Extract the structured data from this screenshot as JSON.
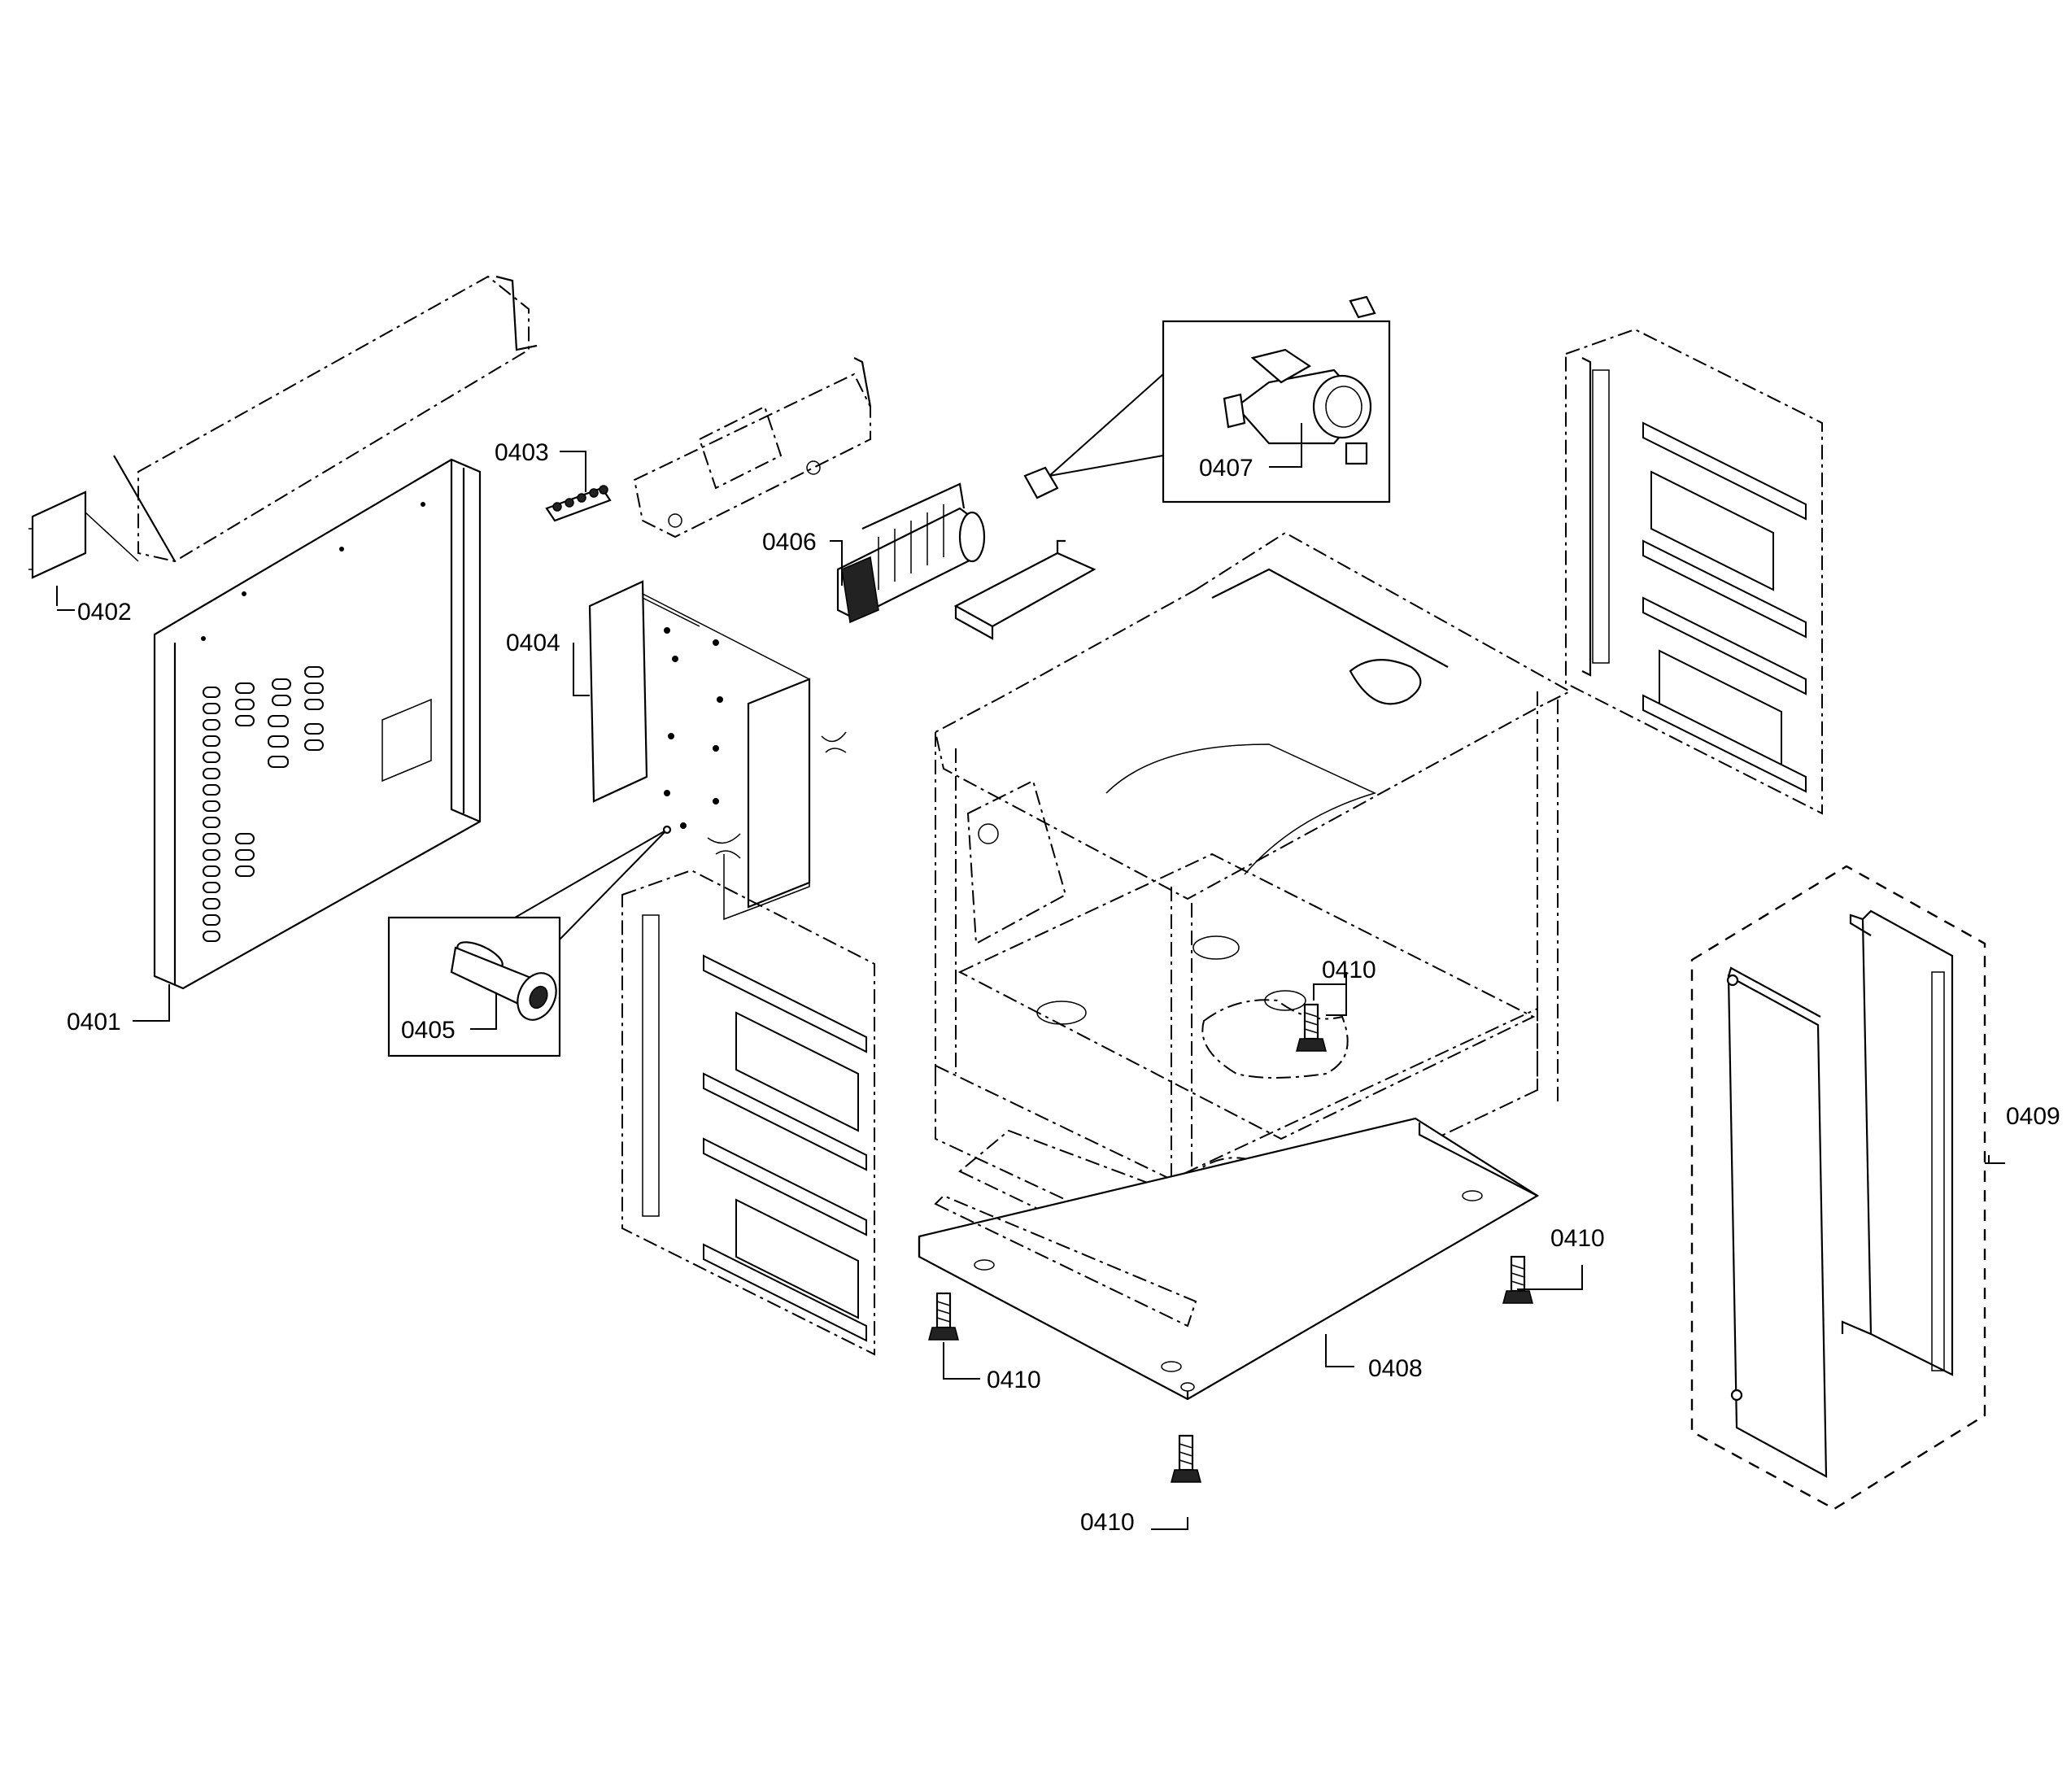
{
  "diagram": {
    "callouts": {
      "c0401": "0401",
      "c0402": "0402",
      "c0403": "0403",
      "c0404": "0404",
      "c0405": "0405",
      "c0406": "0406",
      "c0407": "0407",
      "c0408": "0408",
      "c0409": "0409",
      "c0410_a": "0410",
      "c0410_b": "0410",
      "c0410_c": "0410",
      "c0410_d": "0410"
    }
  }
}
